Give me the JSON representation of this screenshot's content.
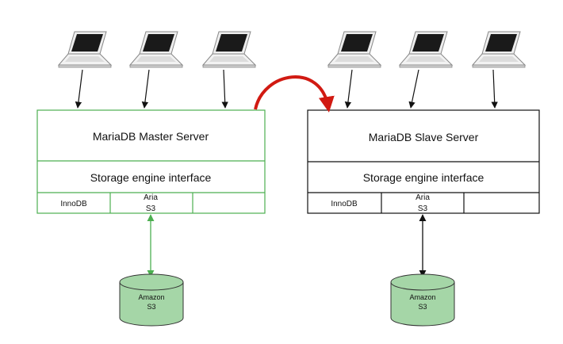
{
  "master": {
    "title": "MariaDB Master Server",
    "interface": "Storage engine interface",
    "engines": [
      "InnoDB",
      "Aria",
      "S3",
      ""
    ],
    "color": "#4caf50"
  },
  "slave": {
    "title": "MariaDB Slave Server",
    "interface": "Storage engine interface",
    "engines": [
      "InnoDB",
      "Aria",
      "S3",
      ""
    ],
    "color": "#111111"
  },
  "storage": {
    "label_line1": "Amazon",
    "label_line2": "S3",
    "fill": "#a5d6a7",
    "stroke": "#333333"
  },
  "replication_arrow_color": "#d11a12",
  "icons": {
    "client": "laptop-icon",
    "storage": "database-cylinder-icon"
  }
}
